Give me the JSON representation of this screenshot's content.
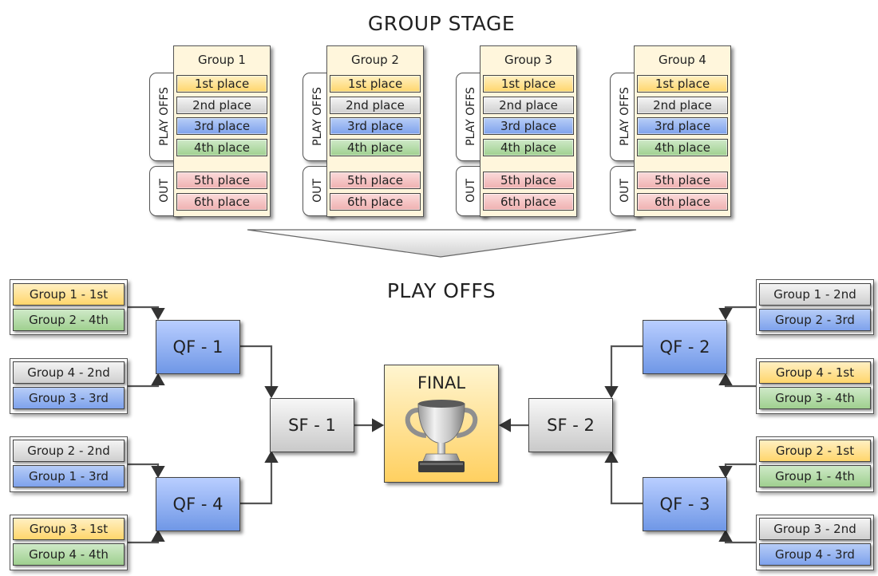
{
  "titles": {
    "group_stage": "GROUP STAGE",
    "play_offs": "PLAY OFFS"
  },
  "tabs": {
    "playoffs": "PLAY OFFS",
    "out": "OUT"
  },
  "groups": [
    {
      "name": "Group 1",
      "places": [
        "1st place",
        "2nd place",
        "3rd place",
        "4th place",
        "5th place",
        "6th place"
      ]
    },
    {
      "name": "Group 2",
      "places": [
        "1st place",
        "2nd place",
        "3rd place",
        "4th place",
        "5th place",
        "6th place"
      ]
    },
    {
      "name": "Group 3",
      "places": [
        "1st place",
        "2nd place",
        "3rd place",
        "4th place",
        "5th place",
        "6th place"
      ]
    },
    {
      "name": "Group 4",
      "places": [
        "1st place",
        "2nd place",
        "3rd place",
        "4th place",
        "5th place",
        "6th place"
      ]
    }
  ],
  "seeds": {
    "qf1": [
      "Group 1 - 1st",
      "Group 2 - 4th",
      "Group 4 - 2nd",
      "Group 3 - 3rd"
    ],
    "qf4": [
      "Group 2 - 2nd",
      "Group 1 - 3rd",
      "Group 3 - 1st",
      "Group 4 - 4th"
    ],
    "qf2": [
      "Group 1 - 2nd",
      "Group 2 - 3rd",
      "Group 4 - 1st",
      "Group 3 - 4th"
    ],
    "qf3": [
      "Group 2 - 1st",
      "Group 1 - 4th",
      "Group 3 - 2nd",
      "Group 4 - 3rd"
    ]
  },
  "matches": {
    "qf1": "QF - 1",
    "qf2": "QF - 2",
    "qf3": "QF - 3",
    "qf4": "QF - 4",
    "sf1": "SF - 1",
    "sf2": "SF - 2",
    "final": "FINAL"
  },
  "icons": {
    "trophy": "trophy-icon",
    "funnel_arrow": "funnel-arrow"
  },
  "colors": {
    "first": "#ffd66c",
    "second": "#cfcfcf",
    "third": "#7ea2ec",
    "fourth": "#9fd08f",
    "out": "#efb1b1",
    "final": "#ffd060"
  }
}
